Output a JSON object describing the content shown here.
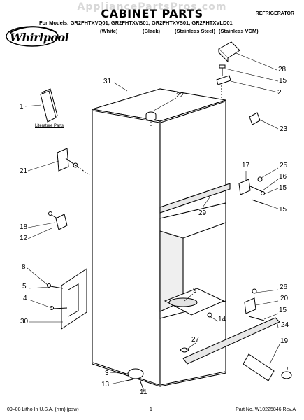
{
  "watermark": "AppliancePartsPros.com",
  "title": "CABINET PARTS",
  "doc_type": "REFRIGERATOR",
  "models_line": "For Models: GR2FHTXVQ01, GR2FHTXVB01, GR2FHTXVS01, GR2FHTXVLD01",
  "variants": [
    "(White)",
    "(Black)",
    "(Stainless Steel)",
    "(Stainless VCM)"
  ],
  "brand": "Whirlpool",
  "literature_label": "Literature Parts",
  "callouts": {
    "n1": "1",
    "n2": "2",
    "n3": "3",
    "n4": "4",
    "n5": "5",
    "n8": "8",
    "n9": "9",
    "n11": "11",
    "n12": "12",
    "n13": "13",
    "n14": "14",
    "n15a": "15",
    "n15b": "15",
    "n15c": "15",
    "n15d": "15",
    "n16": "16",
    "n17": "17",
    "n18": "18",
    "n19": "19",
    "n20": "20",
    "n21": "21",
    "n22": "22",
    "n23": "23",
    "n24": "24",
    "n25": "25",
    "n26": "26",
    "n27": "27",
    "n28": "28",
    "n29": "29",
    "n30": "30",
    "n31": "31"
  },
  "footer": {
    "left": "09–08 Litho In U.S.A. (rrm) (psw)",
    "page": "1",
    "right": "Part No. W10225846 Rev.A"
  }
}
